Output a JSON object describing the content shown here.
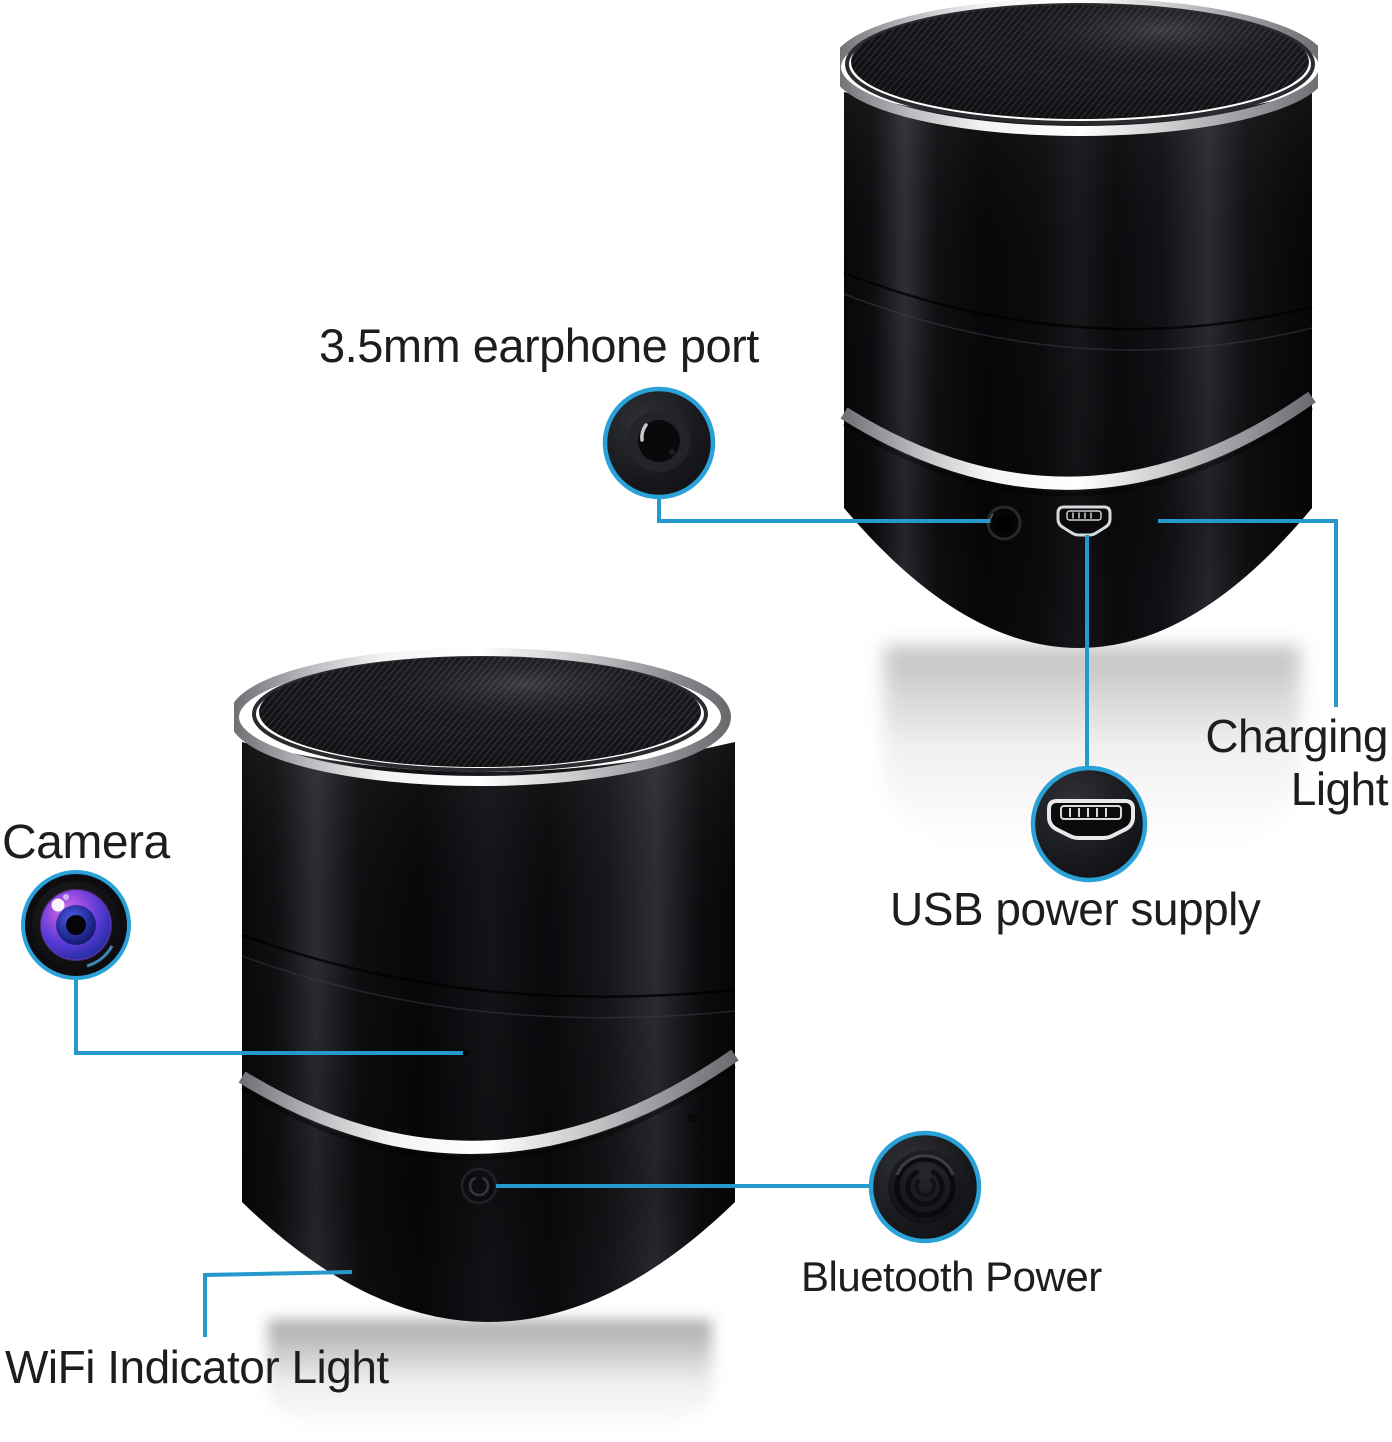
{
  "image_kind": "annotated product diagram, Bluetooth speaker with hidden camera, two cylinder speaker views on white background",
  "colors": {
    "background": "#ffffff",
    "connector_line": "#2599cc",
    "callout_ring": "#2aa2d8",
    "label_text": "#1d1d1d",
    "speaker_body": "#0b0b0e",
    "silver_ring": "#e8e9eb",
    "lens_purple": "#a04fe0",
    "lens_blue": "#2a2ea8"
  },
  "annotations": {
    "earphone": {
      "label": "3.5mm earphone port",
      "icon": "audio-jack-socket-icon"
    },
    "charging": {
      "label_lines": [
        "Charging",
        "Light"
      ]
    },
    "usb": {
      "label": "USB power supply",
      "icon": "mini-usb-connector-icon"
    },
    "camera": {
      "label": "Camera",
      "icon": "camera-lens-icon"
    },
    "bluetooth": {
      "label": "Bluetooth Power",
      "icon": "power-button-icon"
    },
    "wifi": {
      "label": "WiFi Indicator Light"
    }
  }
}
